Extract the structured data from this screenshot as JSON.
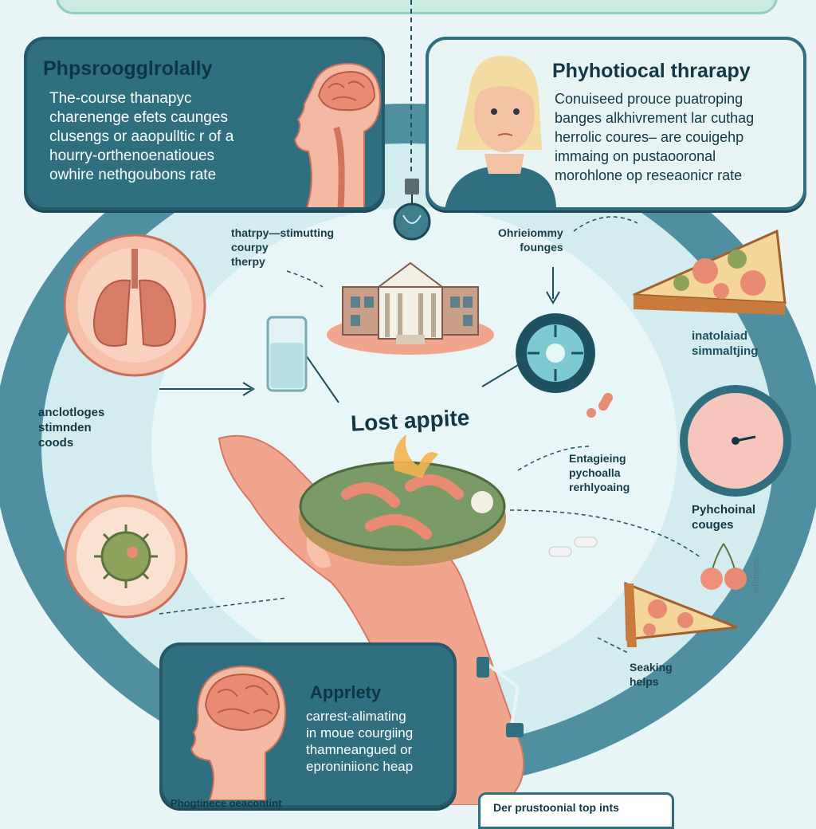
{
  "top_left_panel": {
    "title": "Phpsroogglrolally",
    "text": "The-course  thanapyc\ncharenenge efets caunges\nclusengs or aaopulltic r of a\nhourry-orthenoenatioues\nowhire nethgoubons rate"
  },
  "top_right_panel": {
    "title": "Phyhotiocal thrarapy",
    "text": "Conuiseed prouce puatroping\nbanges alkhivrement lar cuthag\nherrolic coures– are couigehp\nimmaing on pustaooronal\nmorohlone op reseaonicr rate"
  },
  "bottom_panel": {
    "title": "Apprlety",
    "text": "carrest-alimating\nin moue courgiing\nthamneangued or\neproniniionc heap"
  },
  "labels": {
    "therapy_stimulating": "thatrpy—stimutting\ncourpy\ntherpy",
    "ohrieiommy": "Ohrieiommy\nfounges",
    "center_title": "Lost appite",
    "inatolaad": "inatolaiad\nsimmaltjing",
    "anclotloges": "anclotloges\nstimnden\ncoods",
    "entagieing": "Entagieing\npychoalla\nrerhlyoaing",
    "phychoional": "Pyhchoinal\ncouges",
    "seaking": "Seaking\nhelps",
    "bottom_left": "Phogtinece oeacontint",
    "bottom_mid": "Der prustoonial top  ints",
    "vertical_tag": "aailaugie"
  },
  "colors": {
    "panel": "#2f6f80",
    "panel_border": "#24596a",
    "background": "#e8f4f5",
    "ring": "#5a97a6",
    "skin": "#f2a58e",
    "accent_coral": "#e98b74"
  }
}
